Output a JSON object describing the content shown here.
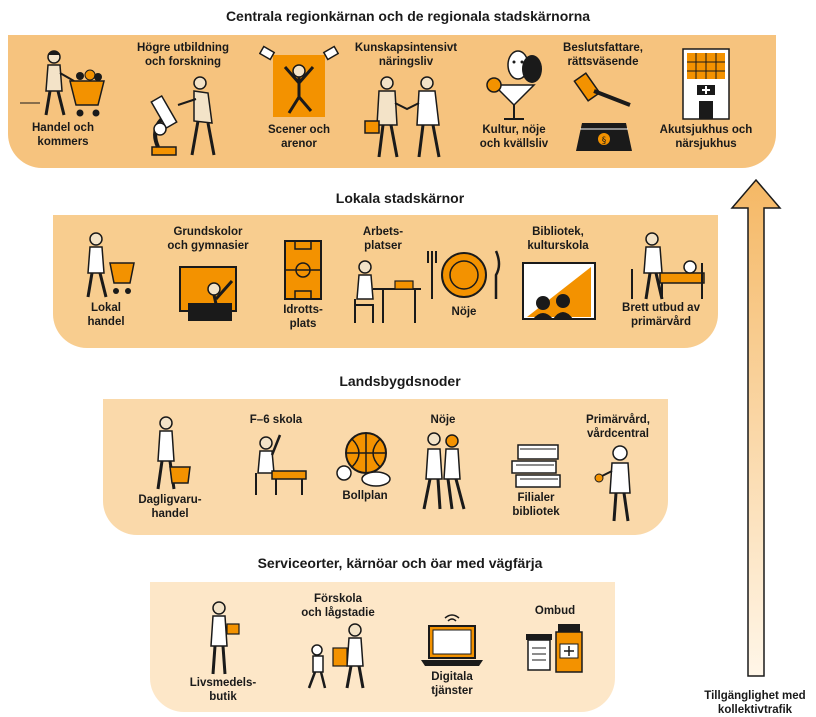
{
  "tiers": [
    {
      "title": "Centrala regionkärnan och de regionala stadskärnorna",
      "items": [
        {
          "label": "Handel och\nkommers",
          "icon": "shopping-cart-icon"
        },
        {
          "label": "Högre utbildning\noch forskning",
          "icon": "microscope-icon"
        },
        {
          "label": "Scener och\narenor",
          "icon": "stage-performer-icon"
        },
        {
          "label": "Kunskapsintensivt\nnäringsliv",
          "icon": "handshake-icon"
        },
        {
          "label": "Kultur, nöje\noch kvällsliv",
          "icon": "theatre-masks-cocktail-icon"
        },
        {
          "label": "Beslutsfattare,\nrättsväsende",
          "icon": "gavel-law-book-icon"
        },
        {
          "label": "Akutsjukhus och\nnärsjukhus",
          "icon": "hospital-icon"
        }
      ]
    },
    {
      "title": "Lokala stadskärnor",
      "items": [
        {
          "label": "Lokal\nhandel",
          "icon": "shopping-cart-icon"
        },
        {
          "label": "Grundskolor\noch gymnasier",
          "icon": "classroom-board-icon"
        },
        {
          "label": "Idrotts-\nplats",
          "icon": "sports-field-icon"
        },
        {
          "label": "Arbets-\nplatser",
          "icon": "office-desk-icon"
        },
        {
          "label": "Nöje",
          "icon": "plate-cutlery-icon"
        },
        {
          "label": "Bibliotek,\nkulturskola",
          "icon": "cinema-audience-icon"
        },
        {
          "label": "Brett utbud av\nprimärvård",
          "icon": "hospital-bed-icon"
        }
      ]
    },
    {
      "title": "Landsbygdsnoder",
      "items": [
        {
          "label": "Dagligvaru-\nhandel",
          "icon": "grocery-basket-icon"
        },
        {
          "label": "F–6 skola",
          "icon": "student-desk-icon"
        },
        {
          "label": "Bollplan",
          "icon": "balls-icon"
        },
        {
          "label": "Nöje",
          "icon": "dancing-couple-icon"
        },
        {
          "label": "Filialer\nbibliotek",
          "icon": "book-stack-icon"
        },
        {
          "label": "Primärvård,\nvårdcentral",
          "icon": "doctor-icon"
        }
      ]
    },
    {
      "title": "Serviceorter, kärnöar och öar med vägfärja",
      "items": [
        {
          "label": "Livsmedels-\nbutik",
          "icon": "person-with-bag-icon"
        },
        {
          "label": "Förskola\noch lågstadie",
          "icon": "parent-child-icon"
        },
        {
          "label": "Digitala\ntjänster",
          "icon": "laptop-wifi-icon"
        },
        {
          "label": "Ombud",
          "icon": "medicine-jars-icon"
        }
      ]
    }
  ],
  "arrow_label": "Tillgänglighet med\nkollektivtrafik",
  "colors": {
    "accent": "#f39200",
    "ink": "#1a1a1a",
    "tier1": "#f6c37e",
    "tier2": "#f8cd8f",
    "tier3": "#fad9aa",
    "tier4": "#fde7c8"
  }
}
